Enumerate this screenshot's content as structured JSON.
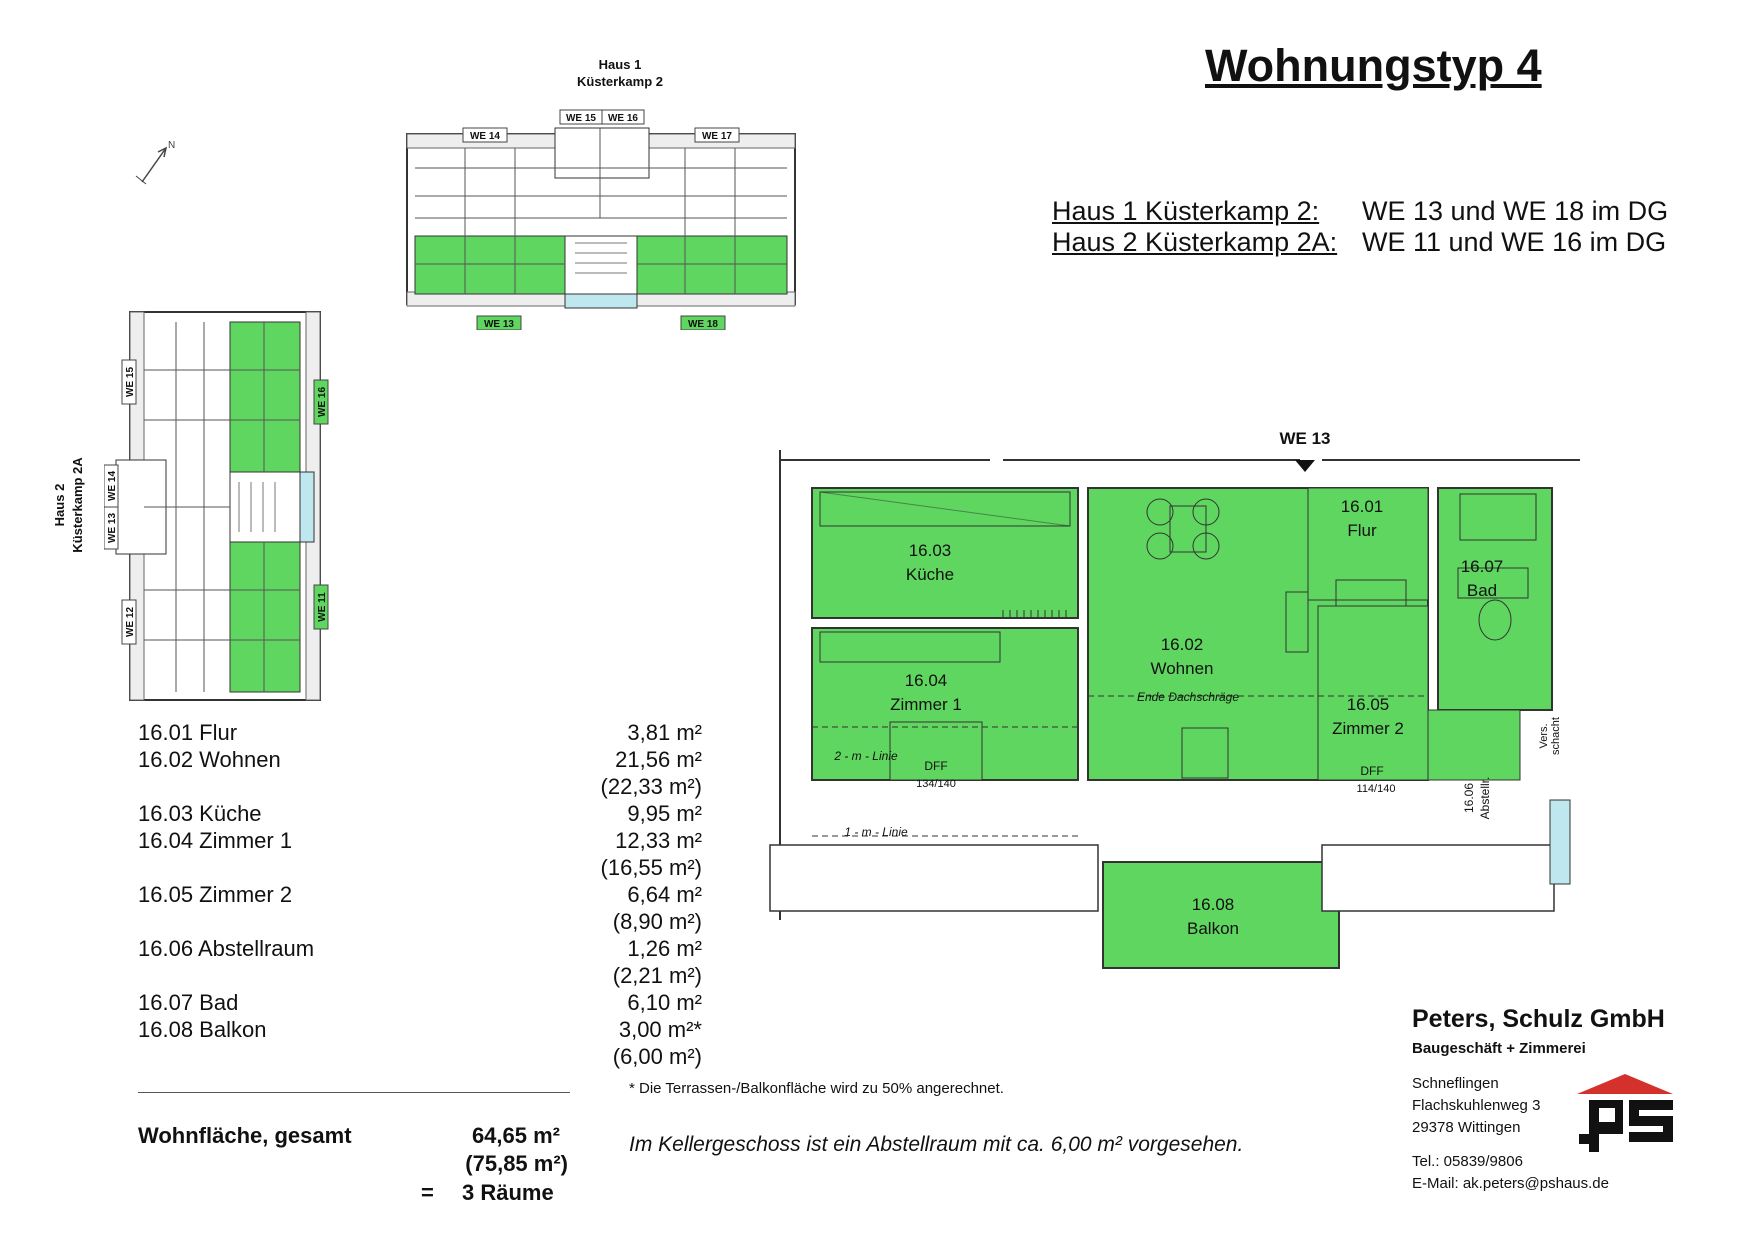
{
  "title": "Wohnungstyp 4",
  "houses": [
    {
      "label": "Haus 1 Küsterkamp 2:",
      "units": "WE 13 und WE 18 im DG"
    },
    {
      "label": "Haus 2 Küsterkamp 2A:",
      "units": "WE 11 und WE 16 im DG"
    }
  ],
  "haus1_plan": {
    "title": "Haus 1",
    "subtitle": "Küsterkamp 2",
    "units": [
      "WE 15",
      "WE 16",
      "WE 14",
      "WE 17",
      "WE 13",
      "WE 18"
    ]
  },
  "haus2_plan": {
    "title": "Haus 2",
    "subtitle": "Küsterkamp 2A",
    "units": [
      "WE 15",
      "WE 16",
      "WE 14",
      "WE 13",
      "WE 12",
      "WE 11"
    ]
  },
  "rooms": [
    {
      "name": "16.01 Flur",
      "area": "3,81 m²",
      "sub": ""
    },
    {
      "name": "16.02 Wohnen",
      "area": "21,56 m²",
      "sub": "(22,33 m²)"
    },
    {
      "name": "16.03 Küche",
      "area": "9,95 m²",
      "sub": ""
    },
    {
      "name": "16.04 Zimmer 1",
      "area": "12,33 m²",
      "sub": "(16,55 m²)"
    },
    {
      "name": "16.05 Zimmer 2",
      "area": "6,64 m²",
      "sub": "(8,90 m²)"
    },
    {
      "name": "16.06 Abstellraum",
      "area": "1,26 m²",
      "sub": "(2,21 m²)"
    },
    {
      "name": "16.07 Bad",
      "area": "6,10 m²",
      "sub": ""
    },
    {
      "name": "16.08 Balkon",
      "area": "3,00 m²*",
      "sub": "(6,00 m²)"
    }
  ],
  "total": {
    "label": "Wohnfläche, gesamt",
    "area": "64,65 m²",
    "area_alt": "(75,85 m²)",
    "rooms_eq": "=",
    "rooms": "3 Räume"
  },
  "note": "* Die Terrassen-/Balkonfläche wird zu 50% angerechnet.",
  "keller": "Im Kellergeschoss ist ein Abstellraum mit ca. 6,00 m² vorgesehen.",
  "plan": {
    "unit": "WE 13",
    "flur": {
      "num": "16.01",
      "name": "Flur"
    },
    "wohnen": {
      "num": "16.02",
      "name": "Wohnen"
    },
    "kueche": {
      "num": "16.03",
      "name": "Küche"
    },
    "zimmer1": {
      "num": "16.04",
      "name": "Zimmer 1"
    },
    "zimmer2": {
      "num": "16.05",
      "name": "Zimmer 2"
    },
    "abstell": {
      "num": "16.06",
      "name": "Abstellr."
    },
    "bad": {
      "num": "16.07",
      "name": "Bad"
    },
    "balkon": {
      "num": "16.08",
      "name": "Balkon"
    },
    "ende_dachschraege": "Ende Dachschräge",
    "line_2m": "2 - m - Linie",
    "line_1m": "1 - m - Linie",
    "dff1": {
      "label": "DFF",
      "size": "134/140"
    },
    "dff2": {
      "label": "DFF",
      "size": "114/140"
    },
    "vers": "Vers.",
    "schacht": "schacht"
  },
  "company": {
    "name": "Peters, Schulz GmbH",
    "subtitle": "Baugeschäft + Zimmerei",
    "address": [
      "Schneflingen",
      "Flachskuhlenweg 3",
      "29378 Wittingen"
    ],
    "tel": "Tel.: 05839/9806",
    "email": "E-Mail: ak.peters@pshaus.de",
    "logo_text": "ps"
  },
  "colors": {
    "green": "#5fd65f",
    "dark_green": "#3fae3f",
    "blue": "#bfe7ef",
    "red": "#d4312c"
  }
}
